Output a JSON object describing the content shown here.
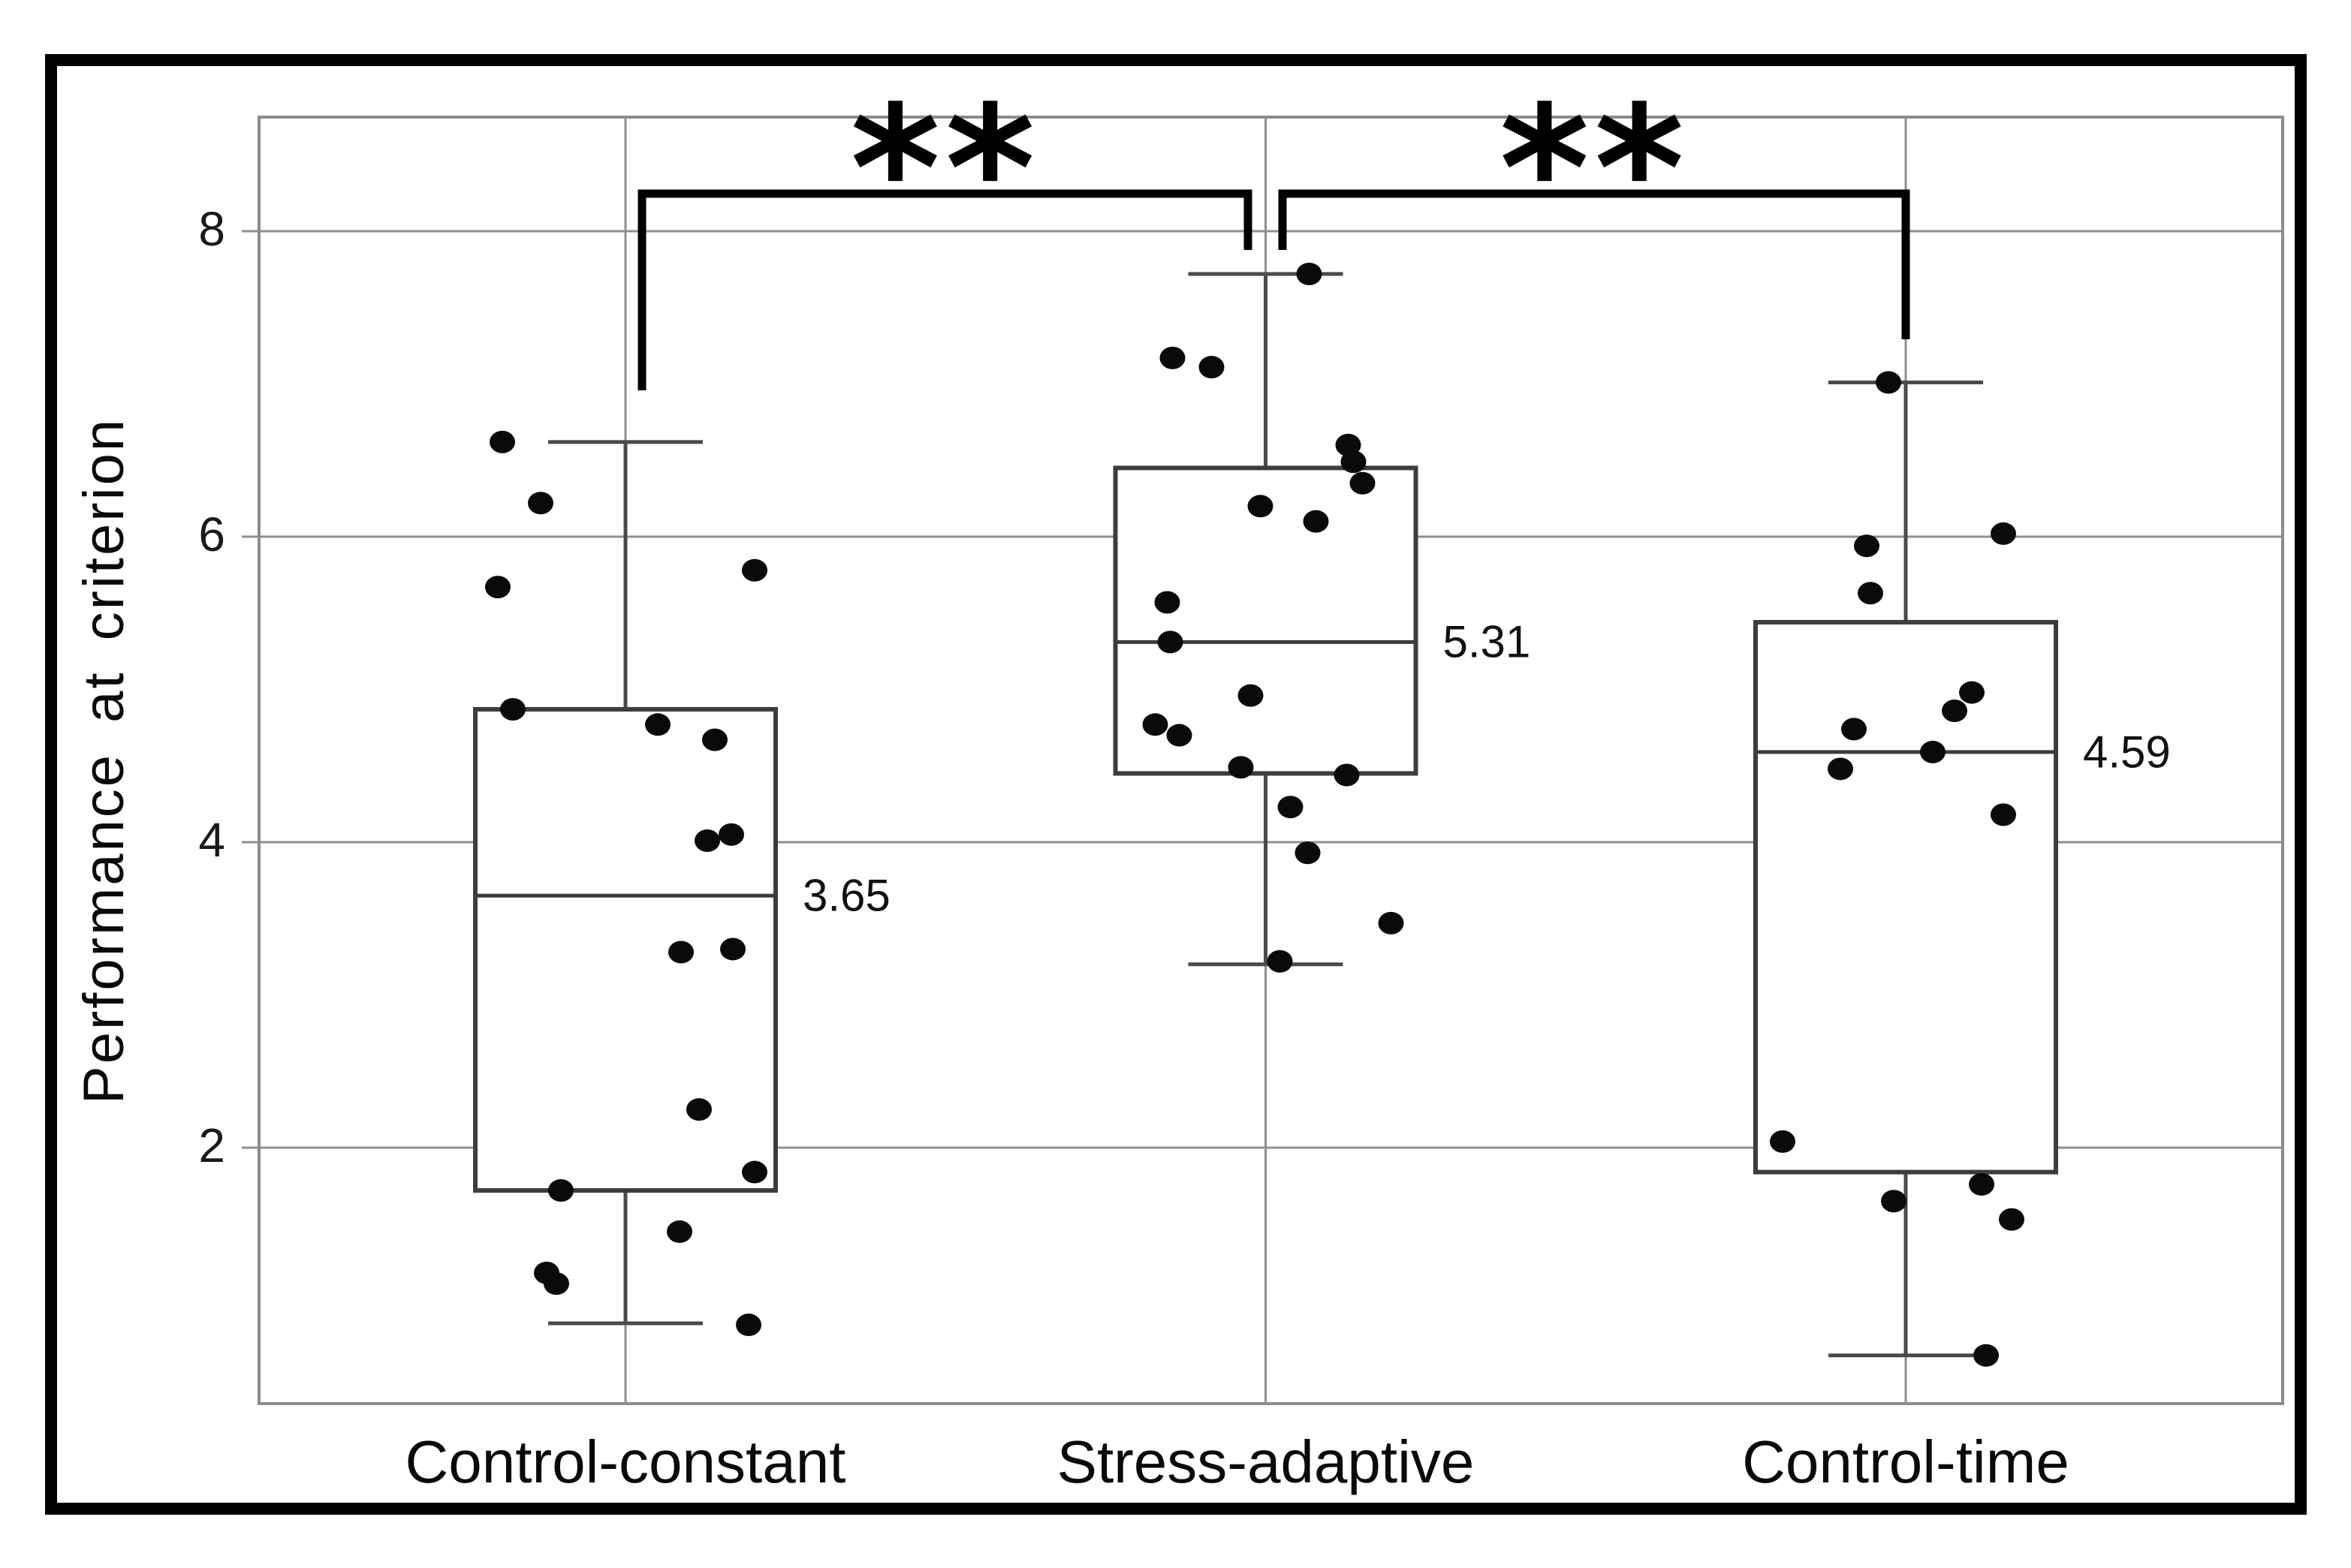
{
  "chart_data": {
    "type": "boxplot",
    "title": "",
    "ylabel": "Performance at criterion",
    "xlabel": "",
    "ylim": [
      0.32,
      8.75
    ],
    "yticks": [
      8,
      6,
      4,
      2
    ],
    "ytick_labels": [
      "8",
      "6",
      "4",
      "2"
    ],
    "grid": "horizontal-and-category-verticals",
    "legend": "none",
    "categories": [
      "Control-constant",
      "Stress-adaptive",
      "Control-time"
    ],
    "colors": {
      "background": "#ffffff",
      "frame": "#000000",
      "grid": "#8f8f8f",
      "plot_border": "#8c8c8c",
      "box_stroke": "#3d3d3d",
      "whisker_stroke": "#4a4a4a",
      "dot": "#0a0a0a",
      "bracket": "#000000",
      "text": "#000000"
    },
    "groups": [
      {
        "name": "Control-constant",
        "whisker_low": 0.85,
        "q1": 1.72,
        "median": 3.65,
        "q3": 4.87,
        "whisker_high": 6.62,
        "median_label": "3.65",
        "points": [
          {
            "v": 6.62,
            "dx": -164
          },
          {
            "v": 6.22,
            "dx": -113
          },
          {
            "v": 5.78,
            "dx": 172
          },
          {
            "v": 5.67,
            "dx": -170
          },
          {
            "v": 4.87,
            "dx": -150
          },
          {
            "v": 4.77,
            "dx": 43
          },
          {
            "v": 4.67,
            "dx": 119
          },
          {
            "v": 4.05,
            "dx": 141
          },
          {
            "v": 4.01,
            "dx": 109
          },
          {
            "v": 3.3,
            "dx": 143
          },
          {
            "v": 3.28,
            "dx": 74
          },
          {
            "v": 2.25,
            "dx": 98
          },
          {
            "v": 1.84,
            "dx": 172
          },
          {
            "v": 1.72,
            "dx": -86
          },
          {
            "v": 1.45,
            "dx": 72
          },
          {
            "v": 1.18,
            "dx": -105
          },
          {
            "v": 1.11,
            "dx": -92
          },
          {
            "v": 0.84,
            "dx": 164
          }
        ]
      },
      {
        "name": "Stress-adaptive",
        "whisker_low": 3.2,
        "q1": 4.45,
        "median": 5.31,
        "q3": 6.45,
        "whisker_high": 7.72,
        "median_label": "5.31",
        "points": [
          {
            "v": 7.72,
            "dx": 58
          },
          {
            "v": 7.17,
            "dx": -124
          },
          {
            "v": 7.11,
            "dx": -72
          },
          {
            "v": 6.6,
            "dx": 110
          },
          {
            "v": 6.49,
            "dx": 117
          },
          {
            "v": 6.35,
            "dx": 129
          },
          {
            "v": 6.2,
            "dx": -7
          },
          {
            "v": 6.1,
            "dx": 67
          },
          {
            "v": 5.57,
            "dx": -131
          },
          {
            "v": 5.31,
            "dx": -127
          },
          {
            "v": 4.96,
            "dx": -20
          },
          {
            "v": 4.77,
            "dx": -147
          },
          {
            "v": 4.7,
            "dx": -115
          },
          {
            "v": 4.49,
            "dx": -33
          },
          {
            "v": 4.44,
            "dx": 108
          },
          {
            "v": 4.23,
            "dx": 33
          },
          {
            "v": 3.93,
            "dx": 56
          },
          {
            "v": 3.47,
            "dx": 167
          },
          {
            "v": 3.22,
            "dx": 19
          }
        ]
      },
      {
        "name": "Control-time",
        "whisker_low": 0.64,
        "q1": 1.84,
        "median": 4.59,
        "q3": 5.44,
        "whisker_high": 7.01,
        "median_label": "4.59",
        "points": [
          {
            "v": 7.01,
            "dx": -23
          },
          {
            "v": 6.02,
            "dx": 130
          },
          {
            "v": 5.94,
            "dx": -52
          },
          {
            "v": 5.63,
            "dx": -47
          },
          {
            "v": 4.98,
            "dx": 88
          },
          {
            "v": 4.86,
            "dx": 65
          },
          {
            "v": 4.74,
            "dx": -69
          },
          {
            "v": 4.59,
            "dx": 36
          },
          {
            "v": 4.48,
            "dx": -87
          },
          {
            "v": 4.18,
            "dx": 130
          },
          {
            "v": 2.04,
            "dx": -164
          },
          {
            "v": 1.76,
            "dx": 101
          },
          {
            "v": 1.65,
            "dx": -16
          },
          {
            "v": 1.53,
            "dx": 141
          },
          {
            "v": 0.64,
            "dx": 107
          }
        ]
      }
    ],
    "significance": [
      {
        "between": [
          "Control-constant",
          "Stress-adaptive"
        ],
        "label": "**"
      },
      {
        "between": [
          "Stress-adaptive",
          "Control-time"
        ],
        "label": "**"
      }
    ]
  }
}
